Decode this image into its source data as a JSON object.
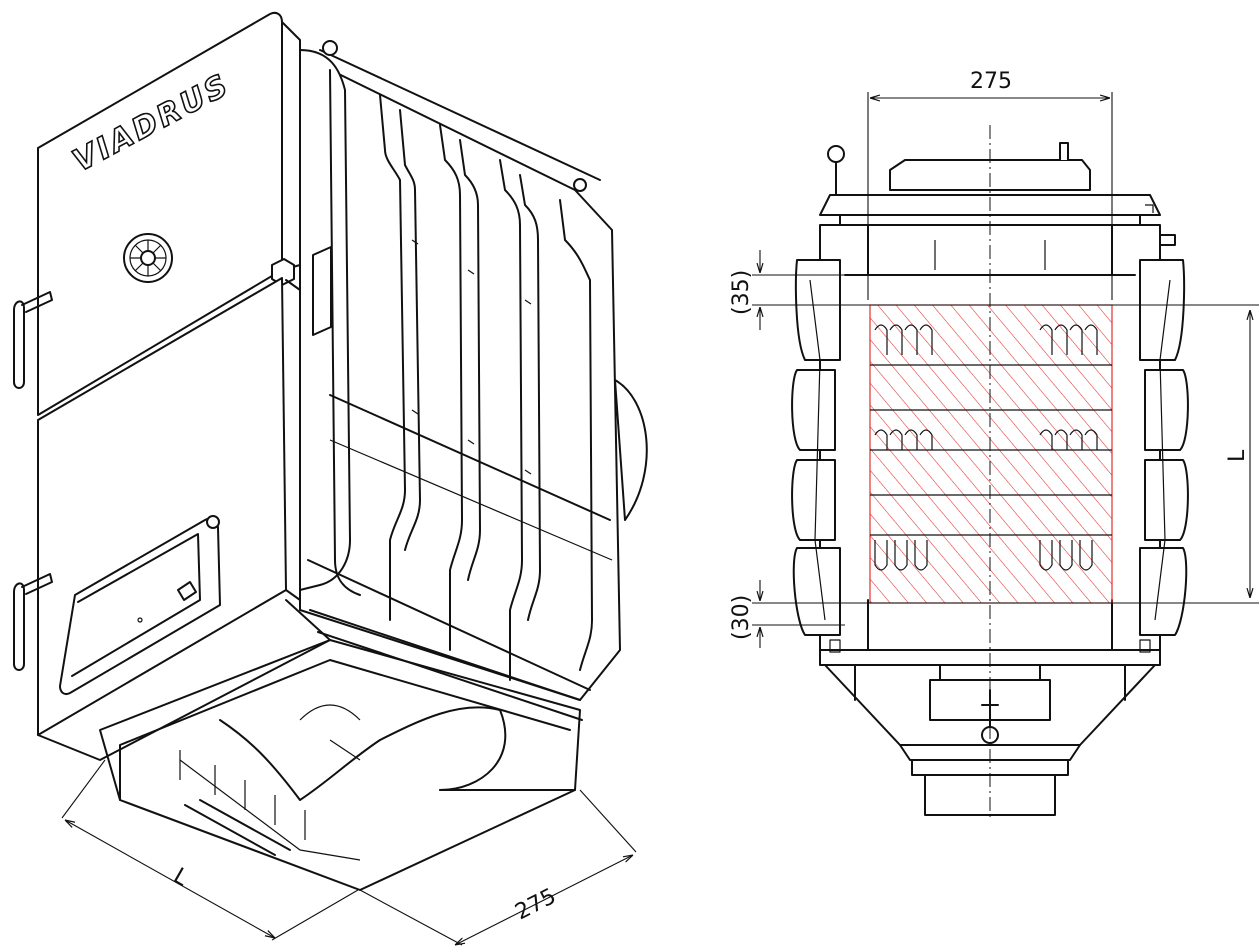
{
  "brand": "VIADRUS",
  "iso_view": {
    "dim_length_label": "L",
    "dim_width_label": "275"
  },
  "section_view": {
    "dim_top_label": "275",
    "dim_upper_offset_label": "(35)",
    "dim_lower_offset_label": "(30)",
    "dim_length_label": "L"
  },
  "colors": {
    "line": "#111111",
    "hatch": "#e03030",
    "background": "#ffffff"
  }
}
